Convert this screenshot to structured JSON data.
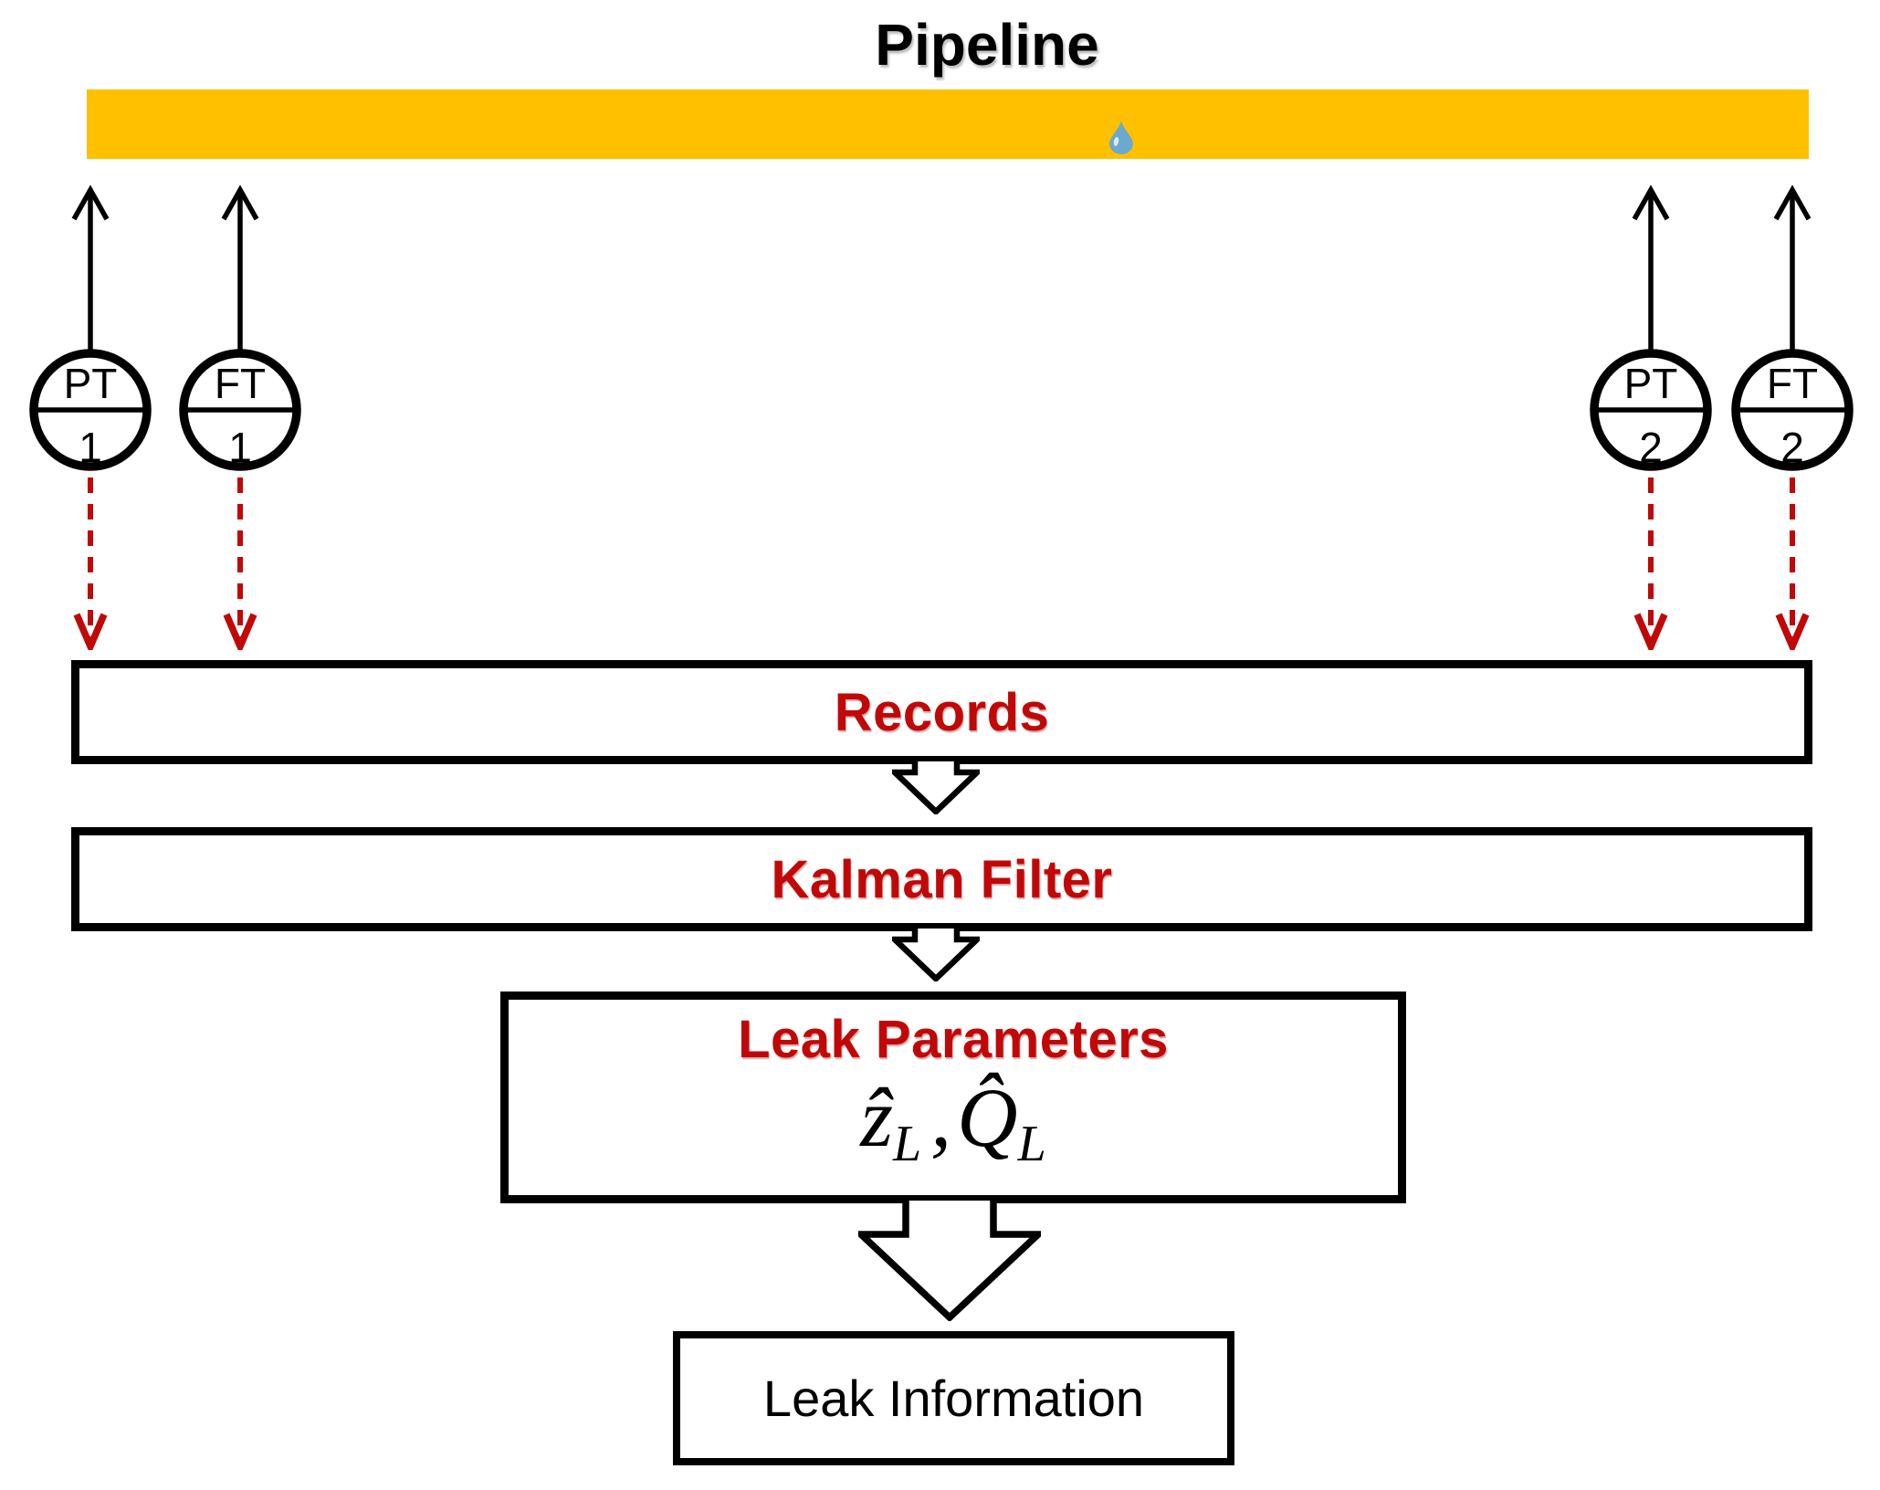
{
  "title": "Pipeline",
  "pipeline": {
    "bar_color": "#FFC000",
    "droplet_color": "#6CA9CE",
    "droplet_icon": "leak-droplet-icon"
  },
  "sensors": [
    {
      "type": "PT",
      "number": "1"
    },
    {
      "type": "FT",
      "number": "1"
    },
    {
      "type": "PT",
      "number": "2"
    },
    {
      "type": "FT",
      "number": "2"
    }
  ],
  "boxes": {
    "records": "Records",
    "kalman": "Kalman Filter",
    "leak_parameters": "Leak Parameters",
    "leak_information": "Leak Information"
  },
  "math": {
    "z": "ẑ",
    "z_sub": "L",
    "separator": ",",
    "q": "Q̂",
    "q_sub": "L"
  },
  "colors": {
    "accent_red": "#C00808",
    "pipeline_yellow": "#FFC000",
    "droplet_blue": "#6CA9CE",
    "line_black": "#000000"
  }
}
